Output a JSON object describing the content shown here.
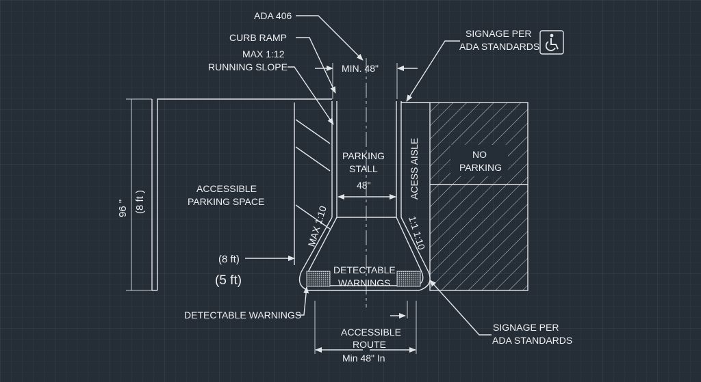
{
  "colors": {
    "background": "#252d36",
    "grid_minor": "#2e3741",
    "grid_major": "#38424d",
    "line": "#e3e6e9"
  },
  "icons": {
    "accessibility": "wheelchair-icon"
  },
  "labels": {
    "ada_406": "ADA 406",
    "curb_ramp": "CURB RAMP",
    "max_slope_1": "MAX 1:12",
    "max_slope_2": "RUNNING SLOPE",
    "signage_top_1": "SIGNAGE PER",
    "signage_top_2": "ADA STANDARDS",
    "min_48": "MIN. 48\"",
    "parking_stall_1": "PARKING",
    "parking_stall_2": "STALL",
    "stall_48": "48\"",
    "acess_aisle": "ACESS AISLE",
    "no_parking_1": "NO",
    "no_parking_2": "PARKING",
    "accessible_space_1": "ACCESSIBLE",
    "accessible_space_2": "PARKING SPACE",
    "dim_96": "96 \"",
    "dim_8ft_vertical": "(8 ft )",
    "max_1_10_left": "MAX 1:10",
    "ratio_1_10_right": "1:1 1:10",
    "dim_8ft": "(8 ft)",
    "dim_5ft": "(5 ft)",
    "detectable_warnings_1": "DETECTABLE",
    "detectable_warnings_2": "WARNINGS",
    "detectable_warnings_callout": "DETECTABLE WARNINGS",
    "accessible_route_1": "ACCESSIBLE",
    "accessible_route_2": "ROUTE",
    "min_48_in": "Min 48\"  In",
    "signage_bottom_1": "SIGNAGE PER",
    "signage_bottom_2": "ADA STANDARDS"
  }
}
